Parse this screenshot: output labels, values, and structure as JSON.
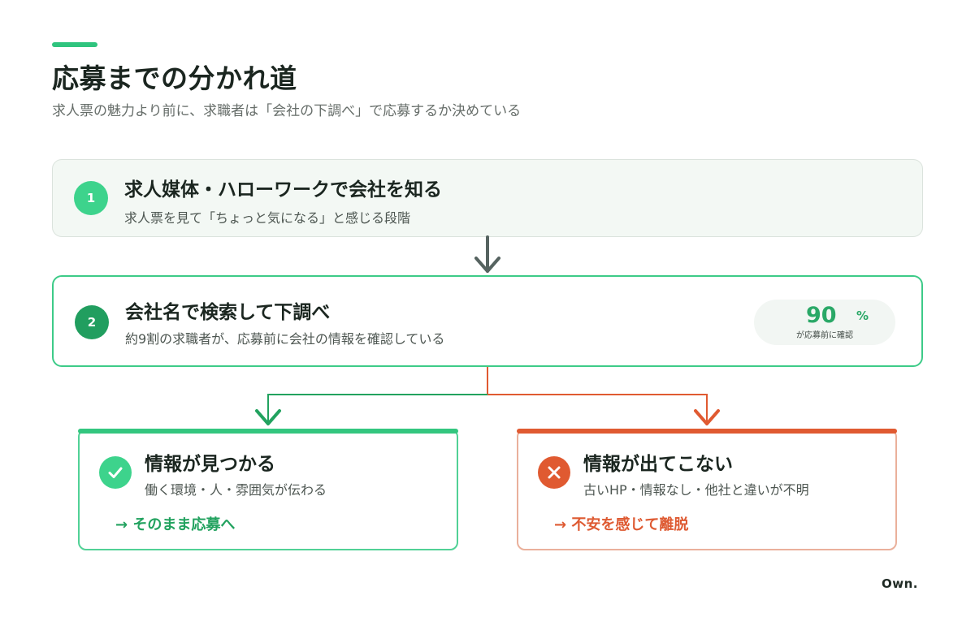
{
  "header": {
    "title": "応募までの分かれ道",
    "subtitle": "求人票の魅力より前に、求職者は「会社の下調べ」で応募するか決めている"
  },
  "steps": [
    {
      "number": "1",
      "title": "求人媒体・ハローワークで会社を知る",
      "description": "求人票を見て「ちょっと気になる」と感じる段階"
    },
    {
      "number": "2",
      "title": "会社名で検索して下調べ",
      "description": "約9割の求職者が、応募前に会社の情報を確認している",
      "stat": {
        "value": "90",
        "unit": "%",
        "label": "が応募前に確認"
      }
    }
  ],
  "branches": {
    "positive": {
      "title": "情報が見つかる",
      "description": "働く環境・人・雰囲気が伝わる",
      "result": "→ そのまま応募へ",
      "color": "#33c67f"
    },
    "negative": {
      "title": "情報が出てこない",
      "description": "古いHP・情報なし・他社と違いが不明",
      "result": "→ 不安を感じて離脱",
      "color": "#e05a31"
    }
  },
  "footer": {
    "brand": "Own."
  },
  "colors": {
    "accent_green": "#2fc47e",
    "dark_green": "#219e5f",
    "accent_orange": "#e05a31",
    "connector_gray": "#566360"
  }
}
